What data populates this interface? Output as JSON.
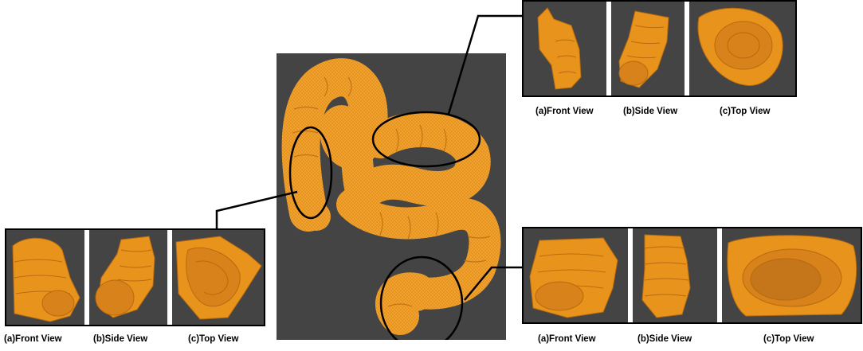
{
  "colors": {
    "mesh": "#e8931c",
    "mesh_light": "#f5b14a",
    "mesh_dark": "#b86a0e",
    "background_panel": "#444444",
    "separator": "#ffffff",
    "outline": "#000000"
  },
  "strips": {
    "top_right": {
      "captions": [
        "(a)Front View",
        "(b)Side View",
        "(c)Top View"
      ]
    },
    "left": {
      "captions": [
        "(a)Front View",
        "(b)Side View",
        "(c)Top View"
      ]
    },
    "bottom_right": {
      "captions": [
        "(a)Front View",
        "(b)Side View",
        "(c)Top View"
      ]
    }
  }
}
